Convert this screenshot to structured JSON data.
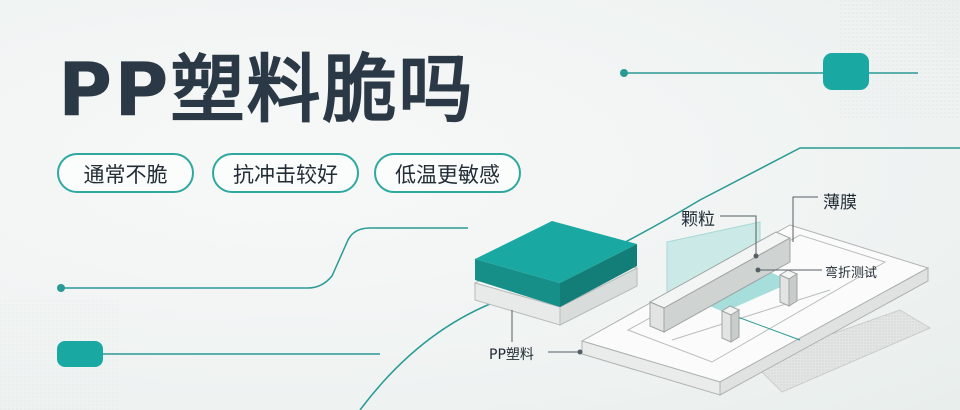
{
  "title": "PP塑料脆吗",
  "tags": [
    "通常不脆",
    "抗冲击较好",
    "低温更敏感"
  ],
  "labels": {
    "granules": "颗粒",
    "film": "薄膜",
    "bend_test": "弯折测试",
    "pp_plastic": "PP塑料"
  },
  "colors": {
    "accent": "#1aa9a2",
    "accent_dark": "#168f89",
    "title": "#2b3846",
    "line": "#2a9a94"
  }
}
